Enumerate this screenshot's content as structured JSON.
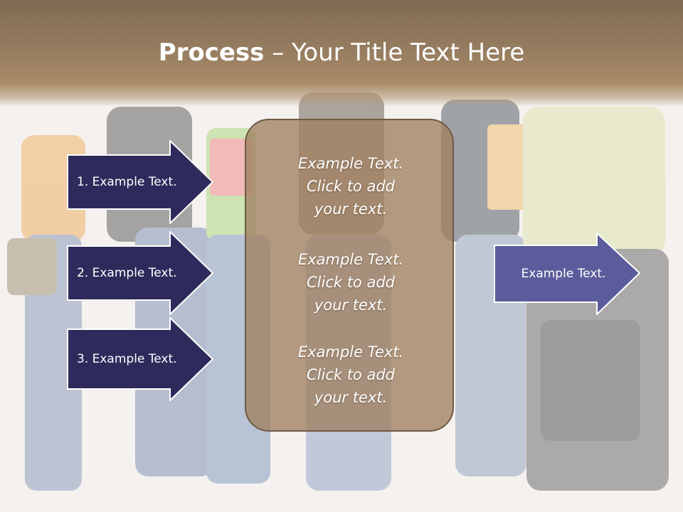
{
  "slide": {
    "title_bold": "Process",
    "title_rest": " – Your Title Text Here",
    "left_arrows": [
      {
        "label": "1. Example Text."
      },
      {
        "label": "2. Example Text."
      },
      {
        "label": "3. Example Text."
      }
    ],
    "center_texts": [
      {
        "line1": "Example Text.",
        "line2": "Click  to add",
        "line3": "your text."
      },
      {
        "line1": "Example Text.",
        "line2": "Click  to add",
        "line3": "your text."
      },
      {
        "line1": "Example Text.",
        "line2": "Click  to add",
        "line3": "your text."
      }
    ],
    "right_arrow": {
      "label": "Example Text."
    }
  },
  "colors": {
    "title_band": "#957c5f",
    "left_arrow_fill": "#2e2b5c",
    "right_arrow_fill": "#5c5c9c",
    "arrow_border": "#ffffff",
    "panel_fill": "#a08060",
    "panel_border": "#6f5a45"
  }
}
